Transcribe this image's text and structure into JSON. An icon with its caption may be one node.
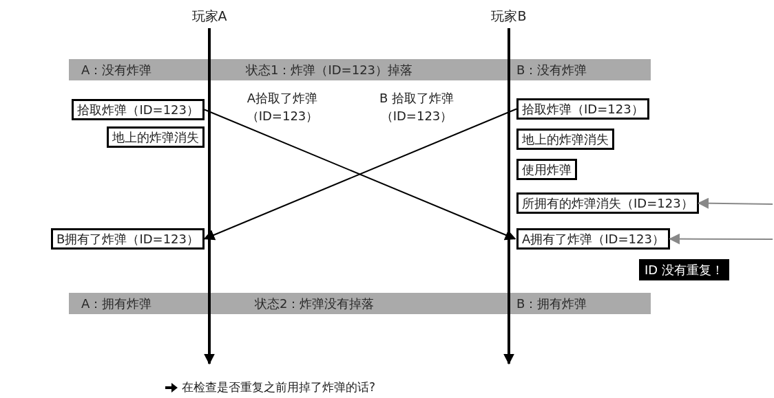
{
  "diagram": {
    "nodes": [
      {
        "text": [
          "玩家A"
        ]
      },
      {
        "text": [
          "玩家B"
        ]
      },
      {
        "text": [
          "A：没有炸弹",
          "状态1：炸弹（ID=123）掉落",
          "B：没有炸弹"
        ]
      },
      {
        "text": [
          "拾取炸弹（ID=123）"
        ]
      },
      {
        "text": [
          "地上的炸弹消失"
        ]
      },
      {
        "text": [
          "B拥有了炸弹（ID=123）"
        ]
      },
      {
        "text": [
          "拾取炸弹（ID=123）"
        ]
      },
      {
        "text": [
          "地上的炸弹消失"
        ]
      },
      {
        "text": [
          "使用炸弹"
        ]
      },
      {
        "text": [
          "所拥有的炸弹消失（ID=123）"
        ]
      },
      {
        "text": [
          "A拥有了炸弹（ID=123）"
        ]
      },
      {
        "text": [
          "ID 没有重复！"
        ]
      },
      {
        "text": [
          "A：拥有炸弹",
          "状态2：炸弹没有掉落",
          "B：拥有炸弹"
        ]
      }
    ],
    "edges": [
      {
        "from": 0,
        "to": null,
        "arrow": "to",
        "style": "thick"
      },
      {
        "from": 1,
        "to": null,
        "arrow": "to",
        "style": "thick"
      },
      {
        "from": 3,
        "to": 10,
        "arrow": "to",
        "label": "A拾取了炸弹（ID=123）"
      },
      {
        "from": 6,
        "to": 5,
        "arrow": "to",
        "label": "B 拾取了炸弹（ID=123）"
      },
      {
        "from": null,
        "to": 9,
        "arrow": "to",
        "color": "#888888"
      },
      {
        "from": null,
        "to": 10,
        "arrow": "to",
        "color": "#888888"
      }
    ],
    "labels": [
      "在检查是否重复之前用掉了炸弹的话?"
    ]
  }
}
